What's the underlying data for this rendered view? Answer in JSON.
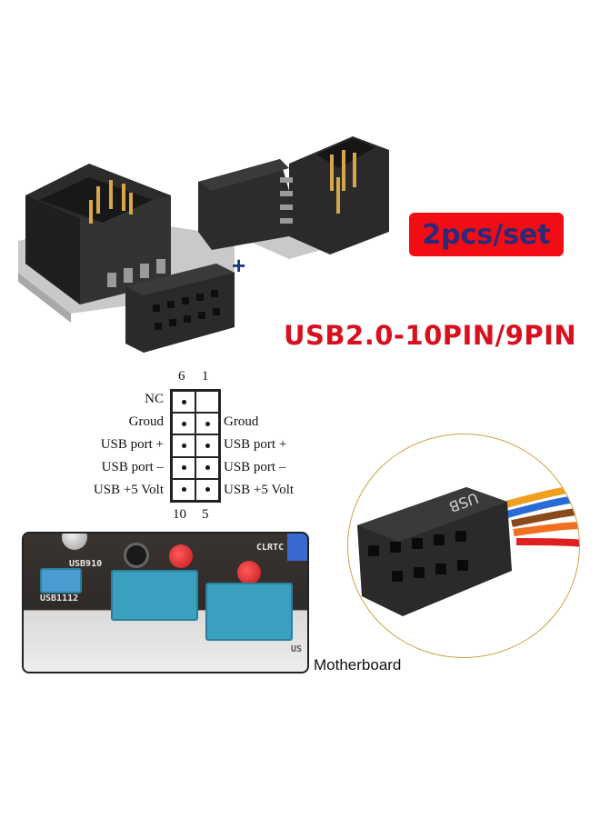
{
  "badge": {
    "text": "2pcs/set",
    "bg_color": "#f20c14",
    "text_color": "#2a2a7a"
  },
  "headline": {
    "text": "USB2.0-10PIN/9PIN",
    "color": "#d8101e"
  },
  "product": {
    "plus_sign": "+",
    "plus_color": "#1e3a7a",
    "items": [
      "right-angle-adapter-left",
      "right-angle-adapter-right"
    ]
  },
  "pin_diagram": {
    "top_numbers": [
      "6",
      "1"
    ],
    "bottom_numbers": [
      "10",
      "5"
    ],
    "left_labels": [
      "NC",
      "Groud",
      "USB port +",
      "USB port –",
      "USB +5 Volt"
    ],
    "right_labels": [
      "",
      "Groud",
      "USB port +",
      "USB port –",
      "USB +5 Volt"
    ],
    "pins": [
      [
        true,
        false
      ],
      [
        true,
        true
      ],
      [
        true,
        true
      ],
      [
        true,
        true
      ],
      [
        true,
        true
      ]
    ]
  },
  "motherboard": {
    "caption": "Motherboard",
    "silkscreen": [
      "USB910",
      "USB1112",
      "CLRTC",
      "US"
    ],
    "header_color": "#3aa0c0"
  },
  "cable_connector": {
    "label": "USB",
    "wire_colors": [
      "#f0a020",
      "#2a6ad8",
      "#8a4a1a",
      "#f07020",
      "#e02020"
    ],
    "ring_color": "#c8a64a"
  }
}
